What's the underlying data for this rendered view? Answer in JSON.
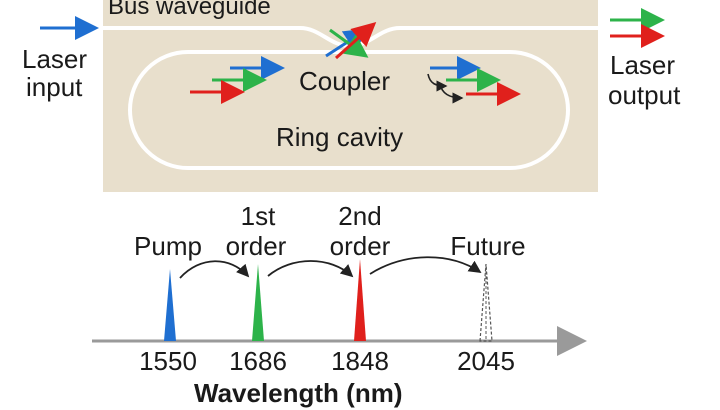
{
  "labels": {
    "bus_waveguide": "Bus waveguide",
    "laser_input_1": "Laser",
    "laser_input_2": "input",
    "laser_output_1": "Laser",
    "laser_output_2": "output",
    "coupler": "Coupler",
    "ring_cavity": "Ring cavity"
  },
  "spectrum": {
    "peaks": [
      {
        "top": "Pump",
        "top2": "",
        "tick": "1550",
        "color": "#1f6fd1"
      },
      {
        "top": "1st",
        "top2": "order",
        "tick": "1686",
        "color": "#2db34a"
      },
      {
        "top": "2nd",
        "top2": "order",
        "tick": "1848",
        "color": "#e0201c"
      },
      {
        "top": "Future",
        "top2": "",
        "tick": "2045",
        "color": "#555555"
      }
    ],
    "axis_label": "Wavelength (nm)"
  },
  "colors": {
    "chip": "#e8dfcc",
    "waveguide": "#ffffff",
    "blue": "#1f6fd1",
    "green": "#2db34a",
    "red": "#e0201c",
    "axis": "#9a9a9a"
  }
}
